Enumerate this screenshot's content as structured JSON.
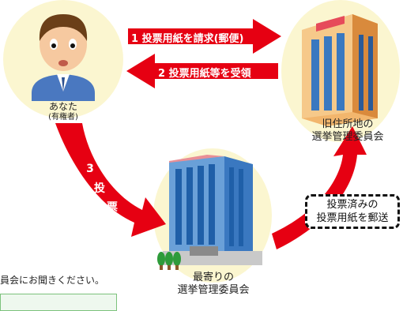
{
  "you": {
    "name": "あなた",
    "role": "(有権者)"
  },
  "old_office": {
    "line1": "旧住所地の",
    "line2": "選挙管理委員会"
  },
  "near_office": {
    "line1": "最寄りの",
    "line2": "選挙管理委員会"
  },
  "steps": {
    "step1": "1 投票用紙を請求(郵便)",
    "step2": "2 投票用紙等を受領",
    "step3_num": "3",
    "step3_char1": "投",
    "step3_char2": "票"
  },
  "mail_box": {
    "line1": "投票済みの",
    "line2": "投票用紙を郵送"
  },
  "note": "員会にお聞きください。",
  "colors": {
    "arrow_red": "#e60012",
    "circle_bg": "#fbf6d0",
    "building_blue": "#3a78c0",
    "dash_border": "#111111"
  },
  "icons": [
    "person-icon",
    "old-building-icon",
    "near-building-icon",
    "tree-icon"
  ]
}
